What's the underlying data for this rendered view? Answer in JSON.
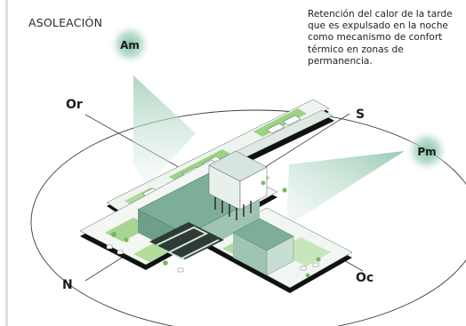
{
  "title": "ASOLEACIÓN",
  "note": "Retención del calor de la tarde que es expulsado en la noche como mecanismo de confort térmico en zonas de permanencia.",
  "sun_markers": {
    "morning": "Am",
    "evening": "Pm"
  },
  "directions": {
    "north": "N",
    "south": "S",
    "east": "Or",
    "west": "Oc"
  },
  "colors": {
    "sun_glow": "#a8d5c2",
    "sun_core": "#7fbfa3",
    "sun_ray": "#cfe6dc",
    "roof": "#7dae99",
    "green": "#8ccb70",
    "dark": "#111111"
  }
}
